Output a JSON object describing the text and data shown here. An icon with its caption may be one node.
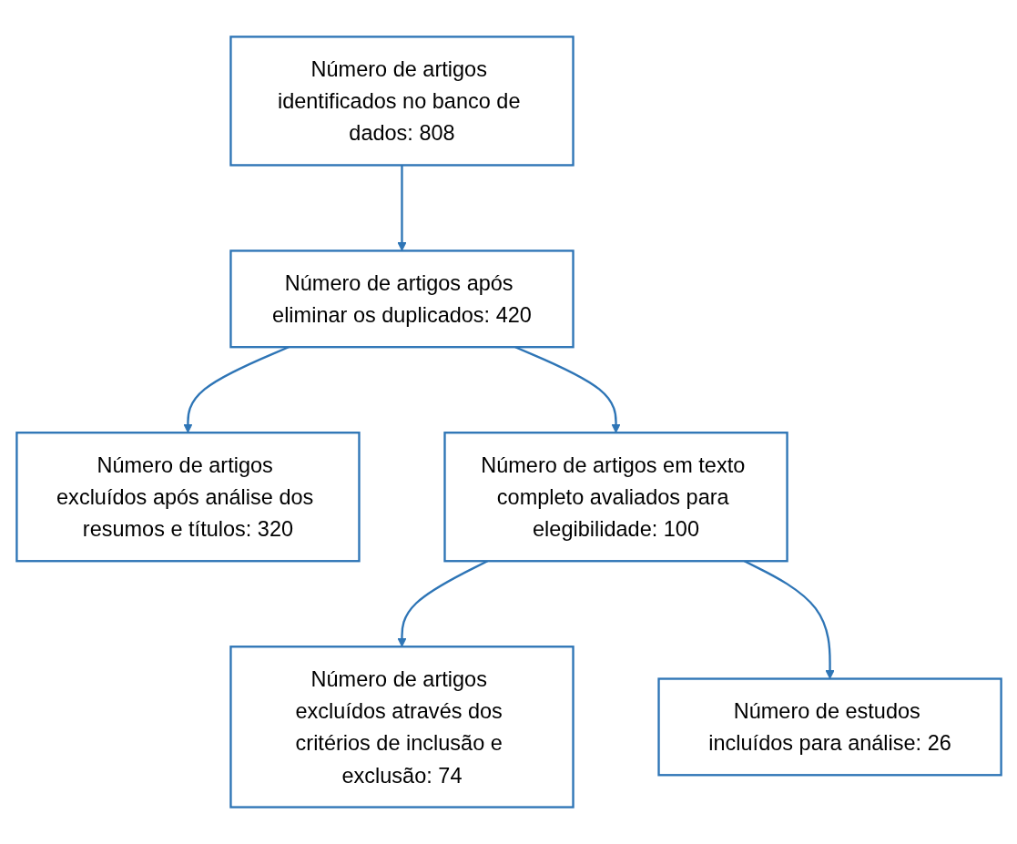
{
  "diagram": {
    "nodes": [
      {
        "text": [
          "Número de artigos identificados no banco de dados: 808"
        ]
      },
      {
        "text": [
          "Número de artigos após eliminar os duplicados: 420"
        ]
      },
      {
        "text": [
          "Número de artigos excluídos após análise dos resumos e títulos: 320"
        ]
      },
      {
        "text": [
          "Número de artigos em texto completo avaliados para elegibilidade: 100"
        ]
      },
      {
        "text": [
          "Número de artigos excluídos através dos critérios de inclusão e exclusão: 74"
        ]
      },
      {
        "text": [
          "Número de estudos incluídos para análise: 26"
        ]
      }
    ],
    "edges": [
      {
        "from": 0,
        "to": 1,
        "arrow": "to"
      },
      {
        "from": 1,
        "to": 2,
        "arrow": "to"
      },
      {
        "from": 1,
        "to": 3,
        "arrow": "to"
      },
      {
        "from": 3,
        "to": 4,
        "arrow": "to"
      },
      {
        "from": 3,
        "to": 5,
        "arrow": "to"
      }
    ]
  }
}
